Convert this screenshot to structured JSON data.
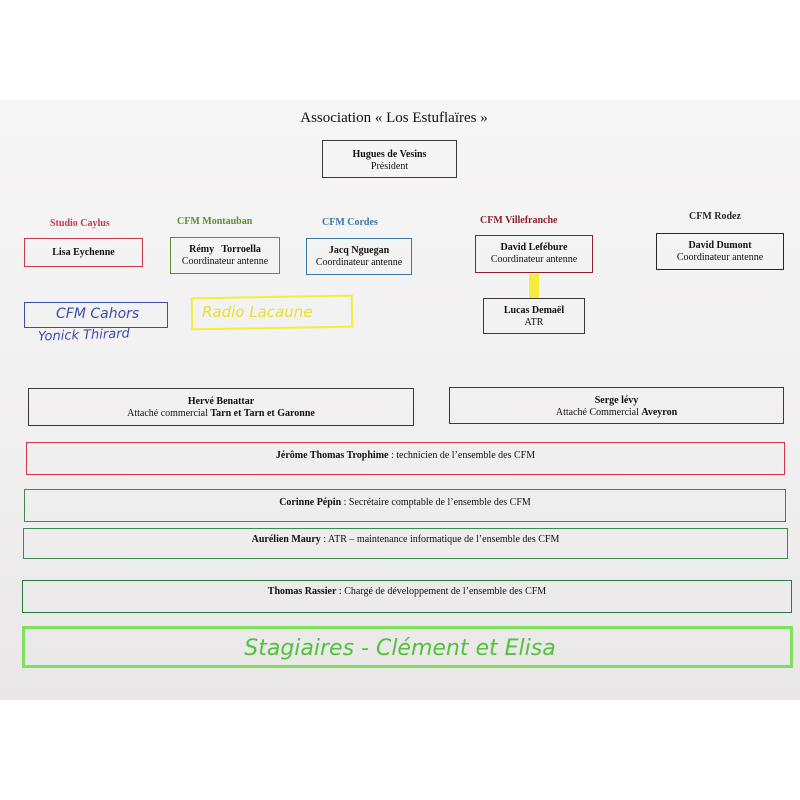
{
  "title": "Association « Los Estuflaïres »",
  "president": {
    "name": "Hugues de Vesins",
    "role": "Président"
  },
  "stations": [
    {
      "org": "Studio Caylus",
      "name": "Lisa Eychenne",
      "role": "",
      "color": "#c43a4a"
    },
    {
      "org": "CFM Montauban",
      "name": "Rémy   Torroella",
      "role": "Coordinateur antenne",
      "color": "#5a8f32"
    },
    {
      "org": "CFM Cordes",
      "name": "Jacq Nguegan",
      "role": "Coordinateur antenne",
      "color": "#3a78a8"
    },
    {
      "org": "CFM Villefranche",
      "name": "David Leféburе",
      "role": "Coordinateur antenne",
      "color": "#8a2030"
    },
    {
      "org": "CFM Rodez",
      "name": "David Dumont",
      "role": "Coordinateur antenne",
      "color": "#2a2a2a"
    }
  ],
  "handwritten": {
    "cahors_org": "CFM Cahors",
    "cahors_name": "Yonick Thirard",
    "lacaune": "Radio Lacaune",
    "stagiaires": "Stagiaires - Clément et Elisa"
  },
  "atr_villefranche": {
    "name": "Lucas Demaël",
    "role": "ATR"
  },
  "commercials": [
    {
      "name": "Hervé Benattar",
      "role_prefix": "Attaché commercial ",
      "role_bold": "Tarn et Tarn et Garonne"
    },
    {
      "name": "Serge lévy",
      "role_prefix": "Attaché Commercial ",
      "role_bold": "Aveyron"
    }
  ],
  "staff": [
    {
      "name": "Jérôme Thomas Trophime",
      "desc": " : technicien de l’ensemble des CFM",
      "color": "#d0344a"
    },
    {
      "name": "Corinne Pépin",
      "desc": " : Secrétaire comptable de l’ensemble des CFM",
      "color": "#3f8a4a"
    },
    {
      "name": "Aurélien Maury",
      "desc": " : ATR – maintenance informatique de l’ensemble des CFM",
      "color": "#3f8a4a"
    },
    {
      "name": "Thomas Rassier",
      "desc": " : Chargé de développement de l’ensemble des CFM",
      "color": "#2f7a3e"
    }
  ],
  "colors": {
    "highlight_yellow": "#f1ee3c",
    "highlight_green": "#7fe05a",
    "pen_blue": "#3b4db0"
  }
}
